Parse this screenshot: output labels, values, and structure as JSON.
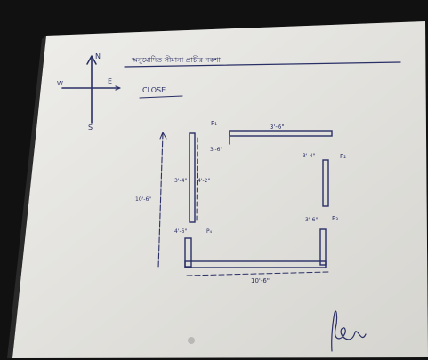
{
  "compass": {
    "north": "N",
    "east": "E",
    "south": "S",
    "west": "W"
  },
  "heading_line": "অনুমোদিত সীমানা প্রাচীর নকশা",
  "subheading": "CLOSE",
  "labels": {
    "p1": "P₁",
    "p2": "P₂",
    "p3": "P₃",
    "p4": "P₄",
    "top_dim": "3'-6\"",
    "right_top": "3'-4\"",
    "right_bottom": "3'-6\"",
    "left_a": "3'-6\"",
    "left_b": "3'-4\"",
    "left_c": "4'-2\"",
    "left_d": "4'-6\"",
    "bottom_dim": "10'-6\"",
    "side_dim": "10'-6\""
  },
  "signature": "signature"
}
